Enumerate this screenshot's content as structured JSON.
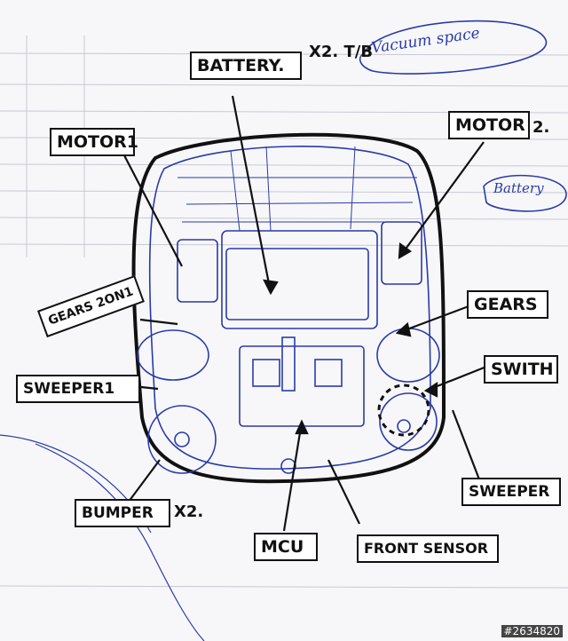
{
  "labels": {
    "battery": "BATTERY.",
    "battery_note": "X2. T/B",
    "vacuum_space": "Vacuum space",
    "motor_left": "MOTOR1",
    "motor_right": "MOTOR",
    "motor_right_suffix": "2.",
    "battery_side": "Battery",
    "gears_left": "GEARS 2ON1",
    "gears_right": "GEARS",
    "switch": "SWITH",
    "sweeper_left": "SWEEPER1",
    "sweeper_right": "SWEEPER",
    "bumper": "BUMPER",
    "bumper_note": "X2.",
    "mcu": "MCU",
    "front_sensor": "FRONT SENSOR"
  },
  "watermark": "#2634820",
  "colors": {
    "ink_blue": "#2a3aa8",
    "ink_black": "#111111",
    "paper": "#f7f7fa"
  }
}
